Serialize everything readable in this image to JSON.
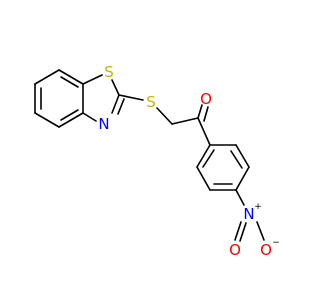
{
  "colors": {
    "carbon_bond": "#000000",
    "sulfur": "#c8b400",
    "nitrogen": "#0000ff",
    "oxygen": "#ff0000",
    "background": "#ffffff"
  },
  "atoms": {
    "s_thiazole": "S",
    "n_thiazole": "N",
    "s_thioether": "S",
    "o_ketone": "O",
    "n_nitro": "N",
    "n_nitro_charge": "+",
    "o_nitro_left": "O",
    "o_nitro_right": "O",
    "o_nitro_right_charge": "−"
  }
}
